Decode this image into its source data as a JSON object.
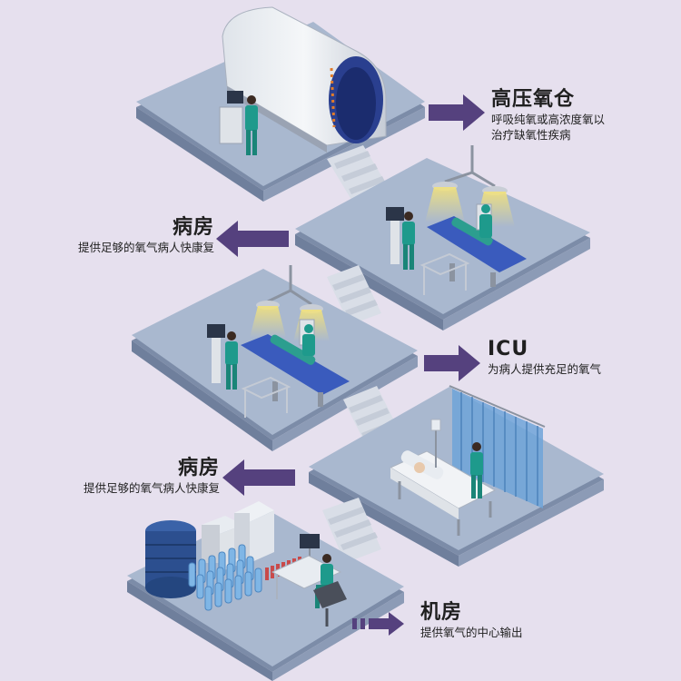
{
  "colors": {
    "background": "#e6e0ee",
    "floor": "#a9b8cf",
    "floor_side": "#7c8ca8",
    "arrow": "#55417e",
    "staff": "#1e9a8c",
    "bed": "#3a5bbd",
    "curtain": "#6fa3d8"
  },
  "sections": [
    {
      "id": "hyperbaric",
      "title": "高压氧仓",
      "lines": [
        "呼吸纯氧或高浓度氧以",
        "治疗缺氧性疾病"
      ],
      "arrow": "right"
    },
    {
      "id": "ward1",
      "title": "病房",
      "lines": [
        "提供足够的氧气病人快康复"
      ],
      "arrow": "left"
    },
    {
      "id": "icu",
      "title": "ICU",
      "lines": [
        "为病人提供充足的氧气"
      ],
      "arrow": "right"
    },
    {
      "id": "ward2",
      "title": "病房",
      "lines": [
        "提供足够的氧气病人快康复"
      ],
      "arrow": "left"
    },
    {
      "id": "machine_room",
      "title": "机房",
      "lines": [
        "提供氧气的中心输出"
      ],
      "arrow": "right-dashed"
    }
  ],
  "icons": [
    "hyperbaric-chamber-icon",
    "operating-bed-icon",
    "surgical-lamp-icon",
    "hospital-bed-icon",
    "oxygen-tank-icon",
    "oxygen-cylinder-icon",
    "monitor-icon",
    "staircase-icon"
  ]
}
